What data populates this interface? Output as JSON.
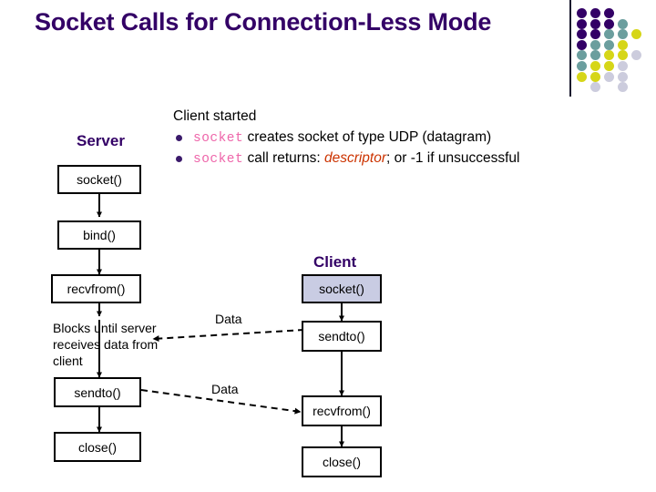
{
  "slide": {
    "title": "Socket Calls for Connection-Less Mode",
    "title_color": "#330066"
  },
  "decoration": {
    "name": "dot-grid",
    "divider": true,
    "colors": {
      "purple": "#330066",
      "teal": "#6b9e9e",
      "yellow": "#d6d618",
      "lavender": "#ccccdd"
    },
    "grid": [
      [
        "purple",
        "purple",
        "purple",
        null,
        null
      ],
      [
        "purple",
        "purple",
        "purple",
        "teal",
        null
      ],
      [
        "purple",
        "purple",
        "teal",
        "teal",
        "yellow"
      ],
      [
        "purple",
        "teal",
        "teal",
        "yellow",
        null
      ],
      [
        "teal",
        "teal",
        "yellow",
        "yellow",
        "lavender"
      ],
      [
        "teal",
        "yellow",
        "yellow",
        "lavender",
        null
      ],
      [
        "yellow",
        "yellow",
        "lavender",
        "lavender",
        null
      ],
      [
        null,
        "lavender",
        null,
        "lavender",
        null
      ]
    ]
  },
  "content": {
    "lead": "Client started",
    "bullets": [
      {
        "code": "socket",
        "text_before": "",
        "text_after": " creates socket of type UDP (datagram)"
      },
      {
        "code": "socket",
        "text_mid": " call returns: ",
        "emphasis": "descriptor",
        "text_after": ";  or -1 if unsuccessful"
      }
    ]
  },
  "diagram": {
    "server": {
      "heading": "Server",
      "nodes": [
        {
          "label": "socket()"
        },
        {
          "label": "bind()"
        },
        {
          "label": "recvfrom()"
        },
        {
          "label": "sendto()"
        },
        {
          "label": "close()"
        }
      ],
      "note": "Blocks until server receives data from client"
    },
    "client": {
      "heading": "Client",
      "nodes": [
        {
          "label": "socket()",
          "filled": true
        },
        {
          "label": "sendto()",
          "filled": false
        },
        {
          "label": "recvfrom()",
          "filled": false
        },
        {
          "label": "close()",
          "filled": false
        }
      ]
    },
    "edges": [
      {
        "label": "Data",
        "direction": "client-to-server"
      },
      {
        "label": "Data",
        "direction": "server-to-client"
      }
    ]
  }
}
